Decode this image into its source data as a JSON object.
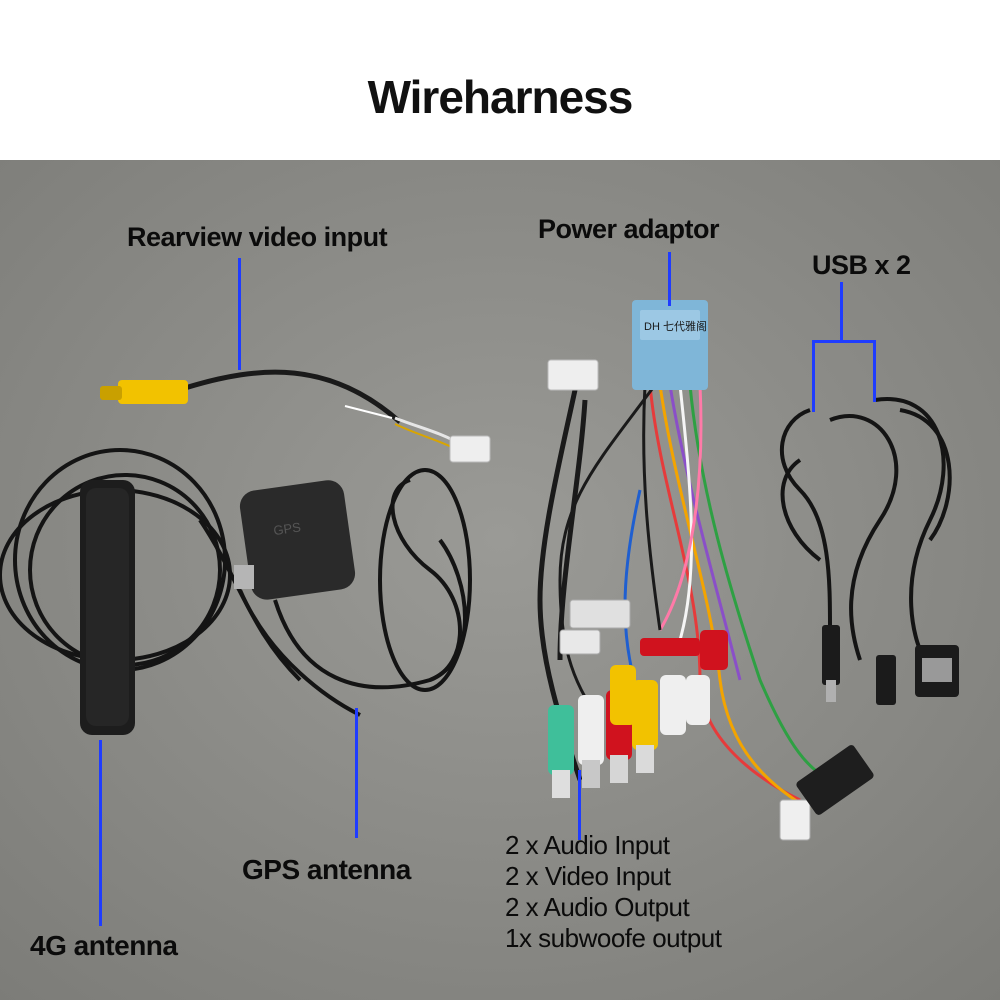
{
  "title": "Wireharness",
  "labels": {
    "rearview": "Rearview video input",
    "power": "Power adaptor",
    "usb": "USB x 2",
    "gps": "GPS antenna",
    "antenna_4g": "4G antenna"
  },
  "specs": [
    "2  x Audio Input",
    "2  x Video Input",
    "2 x Audio Output",
    "1x subwoofe output"
  ],
  "printed_marks": {
    "gps_module": "GPS",
    "power_connector": "DH 七代雅阁"
  },
  "colors": {
    "background": "#8a8a86",
    "leader_line": "#1f3cff",
    "connector_blue": "#7fb6d8",
    "rca_yellow": "#f2c200",
    "rca_red": "#d0121e",
    "rca_white": "#efefef",
    "rca_green": "#3fbf9a"
  }
}
